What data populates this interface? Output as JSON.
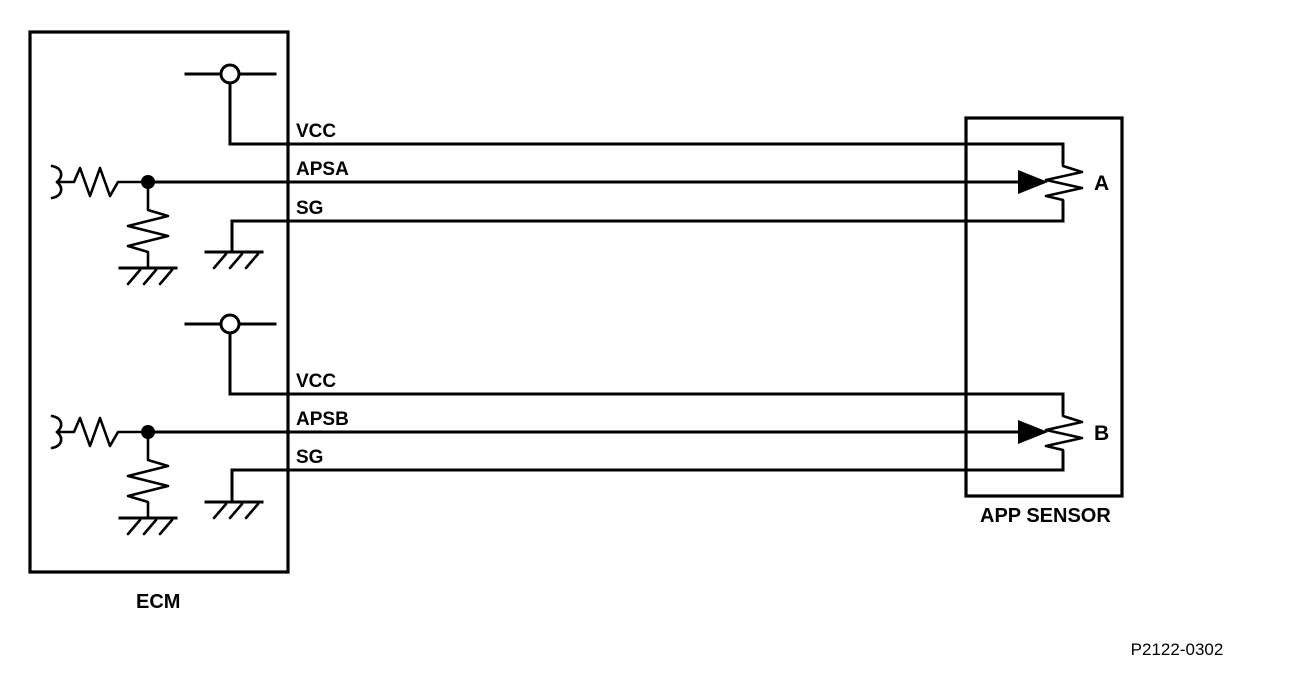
{
  "figure": {
    "id_label": "P2122-0302",
    "type": "automotive-wiring-schematic",
    "background_color": "#ffffff",
    "line_color": "#000000"
  },
  "blocks": [
    {
      "key": "ecm",
      "label": "ECM",
      "description": "Engine Control Module enclosure"
    },
    {
      "key": "app_sensor",
      "label": "APP SENSOR",
      "description": "Accelerator Pedal Position sensor enclosure"
    }
  ],
  "circuits": [
    {
      "key": "circuit_a",
      "terminal_label": "A",
      "wires": [
        {
          "key": "vcc_a",
          "label": "VCC"
        },
        {
          "key": "apsa",
          "label": "APSA"
        },
        {
          "key": "sg_a",
          "label": "SG"
        }
      ],
      "components": [
        {
          "key": "supply_node_a",
          "icon": "open-circle-node"
        },
        {
          "key": "series_resistor_a",
          "icon": "resistor-zigzag"
        },
        {
          "key": "pulldown_resistor_a",
          "icon": "resistor-zigzag"
        },
        {
          "key": "junction_dot_a",
          "icon": "junction-dot"
        },
        {
          "key": "ground_pulldown_a",
          "icon": "ground-symbol"
        },
        {
          "key": "ground_sg_a",
          "icon": "ground-symbol"
        },
        {
          "key": "potentiometer_a",
          "icon": "potentiometer"
        },
        {
          "key": "wiper_arrow_a",
          "icon": "arrow-right"
        }
      ]
    },
    {
      "key": "circuit_b",
      "terminal_label": "B",
      "wires": [
        {
          "key": "vcc_b",
          "label": "VCC"
        },
        {
          "key": "apsb",
          "label": "APSB"
        },
        {
          "key": "sg_b",
          "label": "SG"
        }
      ],
      "components": [
        {
          "key": "supply_node_b",
          "icon": "open-circle-node"
        },
        {
          "key": "series_resistor_b",
          "icon": "resistor-zigzag"
        },
        {
          "key": "pulldown_resistor_b",
          "icon": "resistor-zigzag"
        },
        {
          "key": "junction_dot_b",
          "icon": "junction-dot"
        },
        {
          "key": "ground_pulldown_b",
          "icon": "ground-symbol"
        },
        {
          "key": "ground_sg_b",
          "icon": "ground-symbol"
        },
        {
          "key": "potentiometer_b",
          "icon": "potentiometer"
        },
        {
          "key": "wiper_arrow_b",
          "icon": "arrow-right"
        }
      ]
    }
  ],
  "labels": {
    "vcc_a": "VCC",
    "apsa": "APSA",
    "sg_a": "SG",
    "vcc_b": "VCC",
    "apsb": "APSB",
    "sg_b": "SG",
    "terminal_a": "A",
    "terminal_b": "B",
    "ecm": "ECM",
    "app_sensor": "APP SENSOR",
    "figure_id": "P2122-0302"
  }
}
